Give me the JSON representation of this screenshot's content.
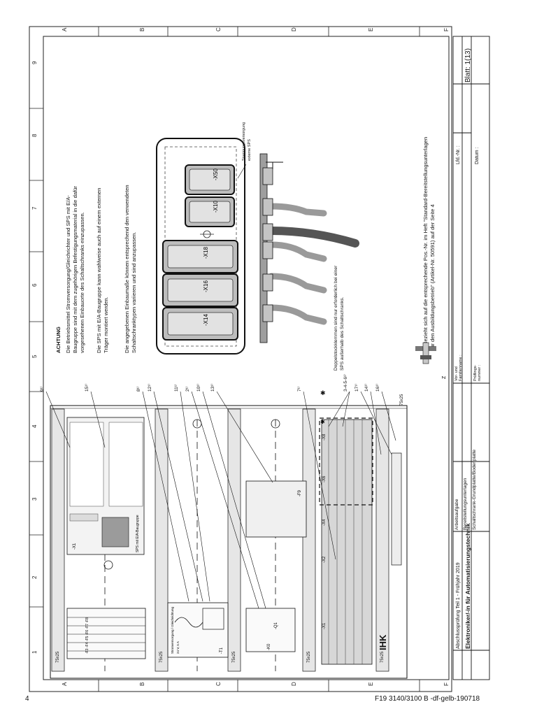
{
  "page": {
    "page_number": "4",
    "doc_code": "F19 3140/3100 B -df-gelb-190718"
  },
  "frame": {
    "rows": [
      "A",
      "B",
      "C",
      "D",
      "E",
      "F"
    ],
    "cols": [
      "1",
      "2",
      "3",
      "4",
      "5",
      "6",
      "7",
      "8",
      "9"
    ]
  },
  "notice": {
    "heading": "ACHTUNG",
    "para1": [
      "Die Betriebsmittel Stromversorgung/Gleichrichter und SPS mit E/A-",
      "Baugruppe sind mit dem zugehörigen Befestigungsmaterial in die dafür",
      "vorgesehenen Einbauorte des Schaltschranks einzupassen."
    ],
    "para2": [
      "Die SPS mit E/A-Baugruppe kann wahlweise auch auf einem externen",
      "Träger montiert werden."
    ],
    "para3": [
      "Die angegebenen Einbaumaße können entsprechend den verwendeten",
      "Schaltschranktypen variieren und sind anzupassen."
    ]
  },
  "side_notes": {
    "double_terminals": [
      "Doppelstockklemmen sind nur erforderlich bei einer",
      "SPS außerhalb des Schaltschranks."
    ],
    "footnote": [
      "¹⁾ Bezieht sich auf die entsprechende Pos.-Nr. im Heft \"Standard-Bereitstellungsunterlagen",
      "für den Ausbildungsbetrieb\" (Artikel-Nr. 50591) auf der Seite 4"
    ],
    "voltage_supply": [
      "Spannungsversorgung",
      "externe SPS"
    ],
    "star_symbol": "✱",
    "z_mark": "Z"
  },
  "connectors": [
    "-X14",
    "-X16",
    "-X18",
    "-X10",
    "-X50"
  ],
  "rails": {
    "rail_label": "75x25",
    "terminal_groups": [
      "-X1",
      "-X2",
      "-X4",
      "-X6",
      "-X8"
    ],
    "breakers": "-F3 -F4 -F5 -F6 -F7 -F8",
    "plc_label": "-X1",
    "plc_subtext": "SPS mit\nE/A-Baugruppe",
    "psu_title": "Stromversorgung / Gleichrichtung",
    "psu_sub": "24 V, 5 A",
    "psu_tag": "-T1",
    "k0_tag": "-K0",
    "q1_tag": "-Q1",
    "f9_tag": "-F9",
    "dash_label": "3-4-5-6¹⁾",
    "labels_top": [
      "9¹⁾",
      "15¹⁾",
      "8¹⁾",
      "12¹⁾",
      "11¹⁾",
      "2¹⁾",
      "10¹⁾",
      "13¹⁾",
      "7¹⁾",
      "17¹⁾",
      "14¹⁾",
      "16¹⁾"
    ]
  },
  "title_block": {
    "logo": "IHK",
    "exam": "Abschlussprüfung Teil 1 - Frühjahr 2019",
    "profession": "Elektroniker/-in für Automatisierungstechnik",
    "task_lines": [
      "Arbeitsaufgabe",
      "Bereitstellungsunterlagen",
      "Schaltschrank-Grundplatte/Bodenplatte"
    ],
    "name_label": [
      "Vor- und",
      "Familienname :"
    ],
    "number_label": [
      "Prüflings-",
      "nummer :"
    ],
    "lfd_label": "Lfd.-Nr. :",
    "date_label": "Datum :",
    "sheet_label": "Blatt: 1(13)"
  }
}
